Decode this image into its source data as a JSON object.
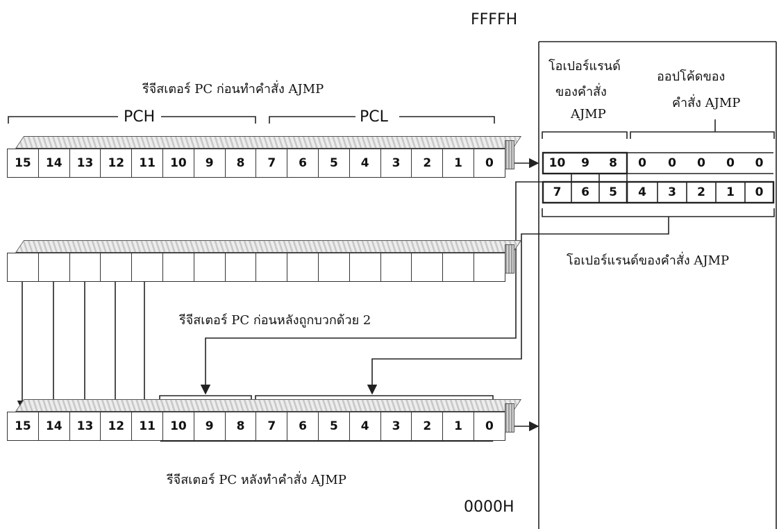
{
  "registers": {
    "before": {
      "caption": "รีจีสเตอร์ PC ก่อนทำคำสั่ง AJMP",
      "bits": [
        "15",
        "14",
        "13",
        "12",
        "11",
        "10",
        "9",
        "8",
        "7",
        "6",
        "5",
        "4",
        "3",
        "2",
        "1",
        "0"
      ],
      "pch_label": "PCH",
      "pcl_label": "PCL"
    },
    "incremented": {
      "caption": "รีจีสเตอร์ PC ก่อนหลังถูกบวกด้วย 2",
      "bits": [
        "",
        "",
        "",
        "",
        "",
        "",
        "",
        "",
        "",
        "",
        "",
        "",
        "",
        "",
        "",
        ""
      ]
    },
    "after": {
      "caption": "รีจีสเตอร์ PC หลังทำคำสั่ง AJMP",
      "bits": [
        "15",
        "14",
        "13",
        "12",
        "11",
        "10",
        "9",
        "8",
        "7",
        "6",
        "5",
        "4",
        "3",
        "2",
        "1",
        "0"
      ]
    }
  },
  "memory": {
    "top_address": "FFFFH",
    "bottom_address": "0000H",
    "operand_header": [
      "โอเปอร์แรนด์",
      "ของคำสั่ง",
      "AJMP"
    ],
    "opcode_header": [
      "ออปโค้ดของ",
      "คำสั่ง AJMP"
    ],
    "opcode_row": [
      "10",
      "9",
      "8",
      "0",
      "0",
      "0",
      "0",
      "0"
    ],
    "operand_row": [
      "7",
      "6",
      "5",
      "4",
      "3",
      "2",
      "1",
      "0"
    ],
    "operand_caption": "โอเปอร์แรนด์ของคำสั่ง AJMP"
  }
}
